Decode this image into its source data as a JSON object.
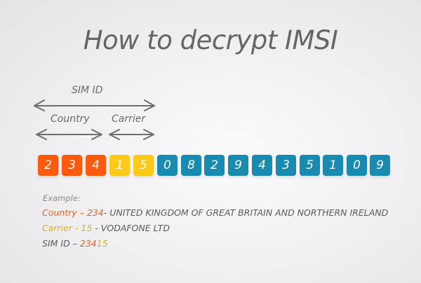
{
  "title": "How to decrypt IMSI",
  "labels": {
    "sim_id": "SIM ID",
    "country": "Country",
    "carrier": "Carrier"
  },
  "colors": {
    "country": "#ff5a0e",
    "carrier": "#ffc91a",
    "subscriber": "#1a8bb0",
    "text": "#5a5a5a",
    "arrow": "#6e6e6e"
  },
  "digits": [
    {
      "value": "2",
      "group": "country"
    },
    {
      "value": "3",
      "group": "country"
    },
    {
      "value": "4",
      "group": "country"
    },
    {
      "value": "1",
      "group": "carrier"
    },
    {
      "value": "5",
      "group": "carrier"
    },
    {
      "value": "0",
      "group": "subscriber"
    },
    {
      "value": "8",
      "group": "subscriber"
    },
    {
      "value": "2",
      "group": "subscriber"
    },
    {
      "value": "9",
      "group": "subscriber"
    },
    {
      "value": "4",
      "group": "subscriber"
    },
    {
      "value": "3",
      "group": "subscriber"
    },
    {
      "value": "5",
      "group": "subscriber"
    },
    {
      "value": "1",
      "group": "subscriber"
    },
    {
      "value": "0",
      "group": "subscriber"
    },
    {
      "value": "9",
      "group": "subscriber"
    }
  ],
  "example": {
    "heading": "Example:",
    "country_label": "Country – 234",
    "country_value": "- UNITED KINGDOM OF GREAT BRITAIN AND NORTHERN IRELAND",
    "carrier_label": "Carrier - 15",
    "carrier_value": " - VODAFONE LTD",
    "sim_label": "SIM ID – ",
    "sim_country_part": "234",
    "sim_carrier_part": "15"
  }
}
